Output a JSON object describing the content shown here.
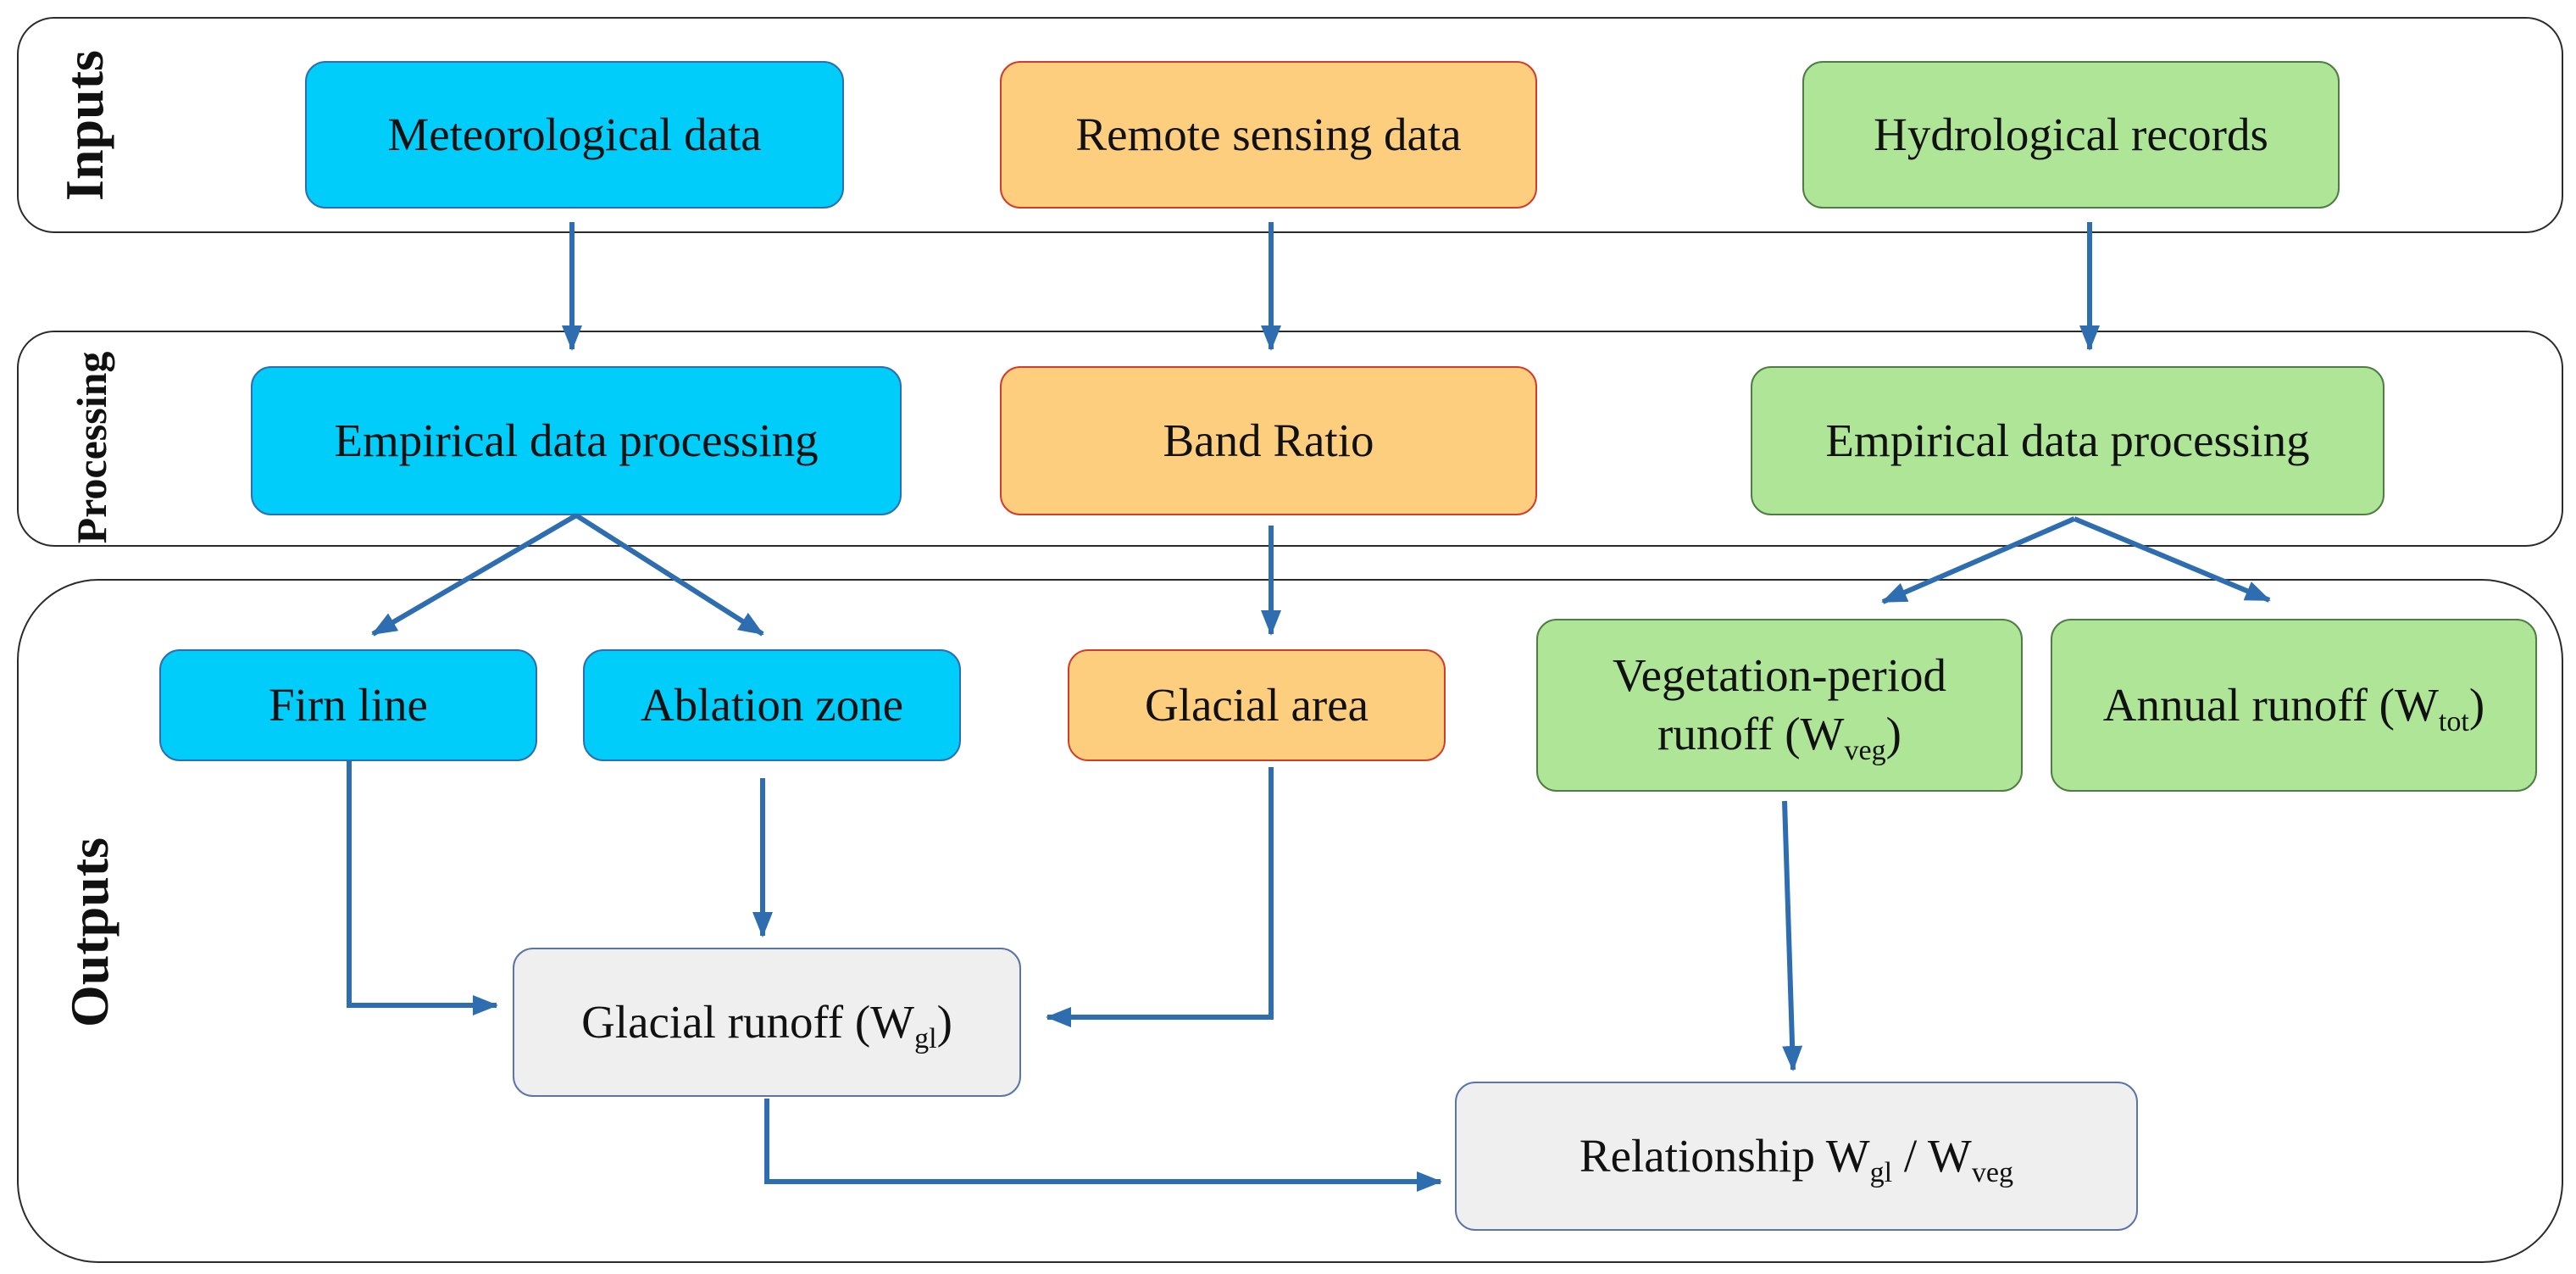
{
  "bands": {
    "inputs": "Inputs",
    "processing": "Processing",
    "outputs": "Outputs"
  },
  "inputs": {
    "meteorological": "Meteorological data",
    "remote_sensing": "Remote sensing data",
    "hydrological": "Hydrological records"
  },
  "processing": {
    "empirical_left": "Empirical data processing",
    "band_ratio": "Band Ratio",
    "empirical_right": "Empirical data processing"
  },
  "outputs": {
    "firn_line": "Firn line",
    "ablation_zone": "Ablation zone",
    "glacial_area": "Glacial area",
    "vegetation_runoff_line1": "Vegetation-period",
    "vegetation_runoff_line2": "runoff (W",
    "vegetation_runoff_sub": "veg",
    "vegetation_runoff_end": ")",
    "annual_runoff": "Annual runoff (W",
    "annual_runoff_sub": "tot",
    "annual_runoff_end": ")",
    "glacial_runoff": "Glacial runoff (W",
    "glacial_runoff_sub": "gl",
    "glacial_runoff_end": ")",
    "relationship": "Relationship W",
    "relationship_sub1": "gl",
    "relationship_mid": " / W",
    "relationship_sub2": "veg"
  },
  "colors": {
    "blue_fill": "#00cdfa",
    "orange_fill": "#fece7f",
    "green_fill": "#aee597",
    "gray_fill": "#efefef",
    "arrow": "#2e6db0"
  }
}
